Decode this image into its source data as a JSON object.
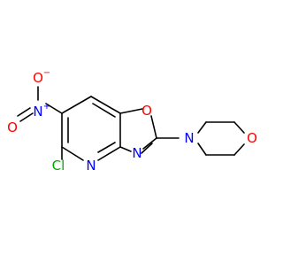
{
  "molecule": {
    "atoms": {
      "nitro_O_minus": {
        "text": "O",
        "charge": "−",
        "color": "#ff0000"
      },
      "nitro_N": {
        "text": "N",
        "charge": "+",
        "color": "#0000ff"
      },
      "nitro_O": {
        "text": "O",
        "color": "#ff0000"
      },
      "oxazole_O": {
        "text": "O",
        "color": "#ff0000"
      },
      "morpholine_N": {
        "text": "N",
        "color": "#0000ff"
      },
      "morpholine_O": {
        "text": "O",
        "color": "#ff0000"
      },
      "oxazole_N": {
        "text": "N",
        "color": "#0000ff"
      },
      "pyridine_N": {
        "text": "N",
        "color": "#0000ff"
      },
      "chlorine": {
        "text": "Cl",
        "color": "#00aa00"
      }
    }
  }
}
